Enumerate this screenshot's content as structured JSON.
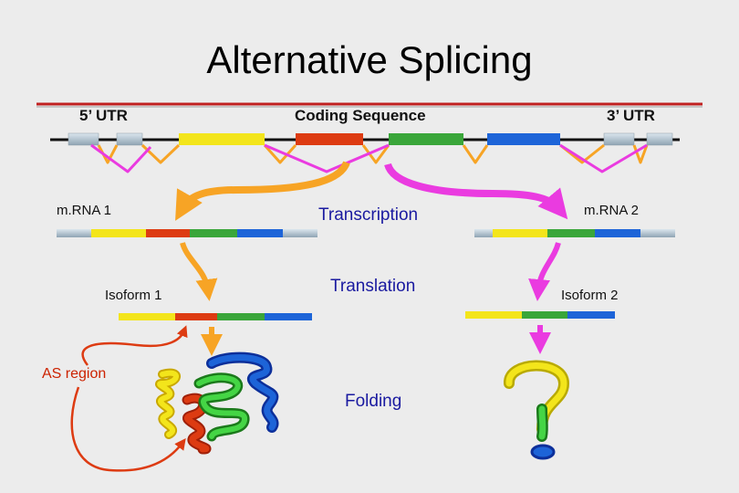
{
  "title": "Alternative Splicing",
  "gene_labels": {
    "utr5": "5’ UTR",
    "coding": "Coding Sequence",
    "utr3": "3’ UTR"
  },
  "mrna1": {
    "label": "m.RNA 1"
  },
  "mrna2": {
    "label": "m.RNA 2"
  },
  "process": {
    "transcription": "Transcription",
    "translation": "Translation",
    "folding": "Folding"
  },
  "isoform1": {
    "label": "Isoform 1"
  },
  "isoform2": {
    "label": "Isoform 2"
  },
  "as_region": "AS region",
  "colors": {
    "background": "#ececec",
    "utr": "#a9bcc8",
    "yellow": "#f3e51b",
    "red": "#dd3b12",
    "green": "#3aa63a",
    "blue": "#1d64d8",
    "splice_orange": "#f7a425",
    "splice_magenta": "#ea3be0",
    "arrow_orange": "#f7a425",
    "arrow_magenta": "#ea3be0",
    "divider": "#c02020"
  }
}
